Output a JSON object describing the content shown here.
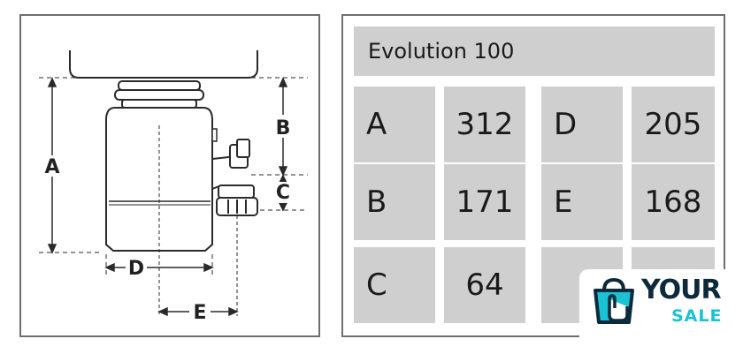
{
  "diagram": {
    "labels": {
      "a": "A",
      "b": "B",
      "c": "C",
      "d": "D",
      "e": "E"
    }
  },
  "table": {
    "title": "Evolution 100",
    "rows": [
      {
        "l1": "A",
        "v1": "312",
        "l2": "D",
        "v2": "205"
      },
      {
        "l1": "B",
        "v1": "171",
        "l2": "E",
        "v2": "168"
      },
      {
        "l1": "C",
        "v1": "64",
        "l2": "",
        "v2": ""
      }
    ]
  },
  "logo": {
    "word1": "YOUR",
    "word2": "SALE",
    "icon": "shopping-bag-hand-icon"
  },
  "colors": {
    "cell_bg": "#cfcfcf",
    "border": "#6e6e6e",
    "logo_dark": "#0c2a3b",
    "logo_accent": "#1bc2d4"
  }
}
